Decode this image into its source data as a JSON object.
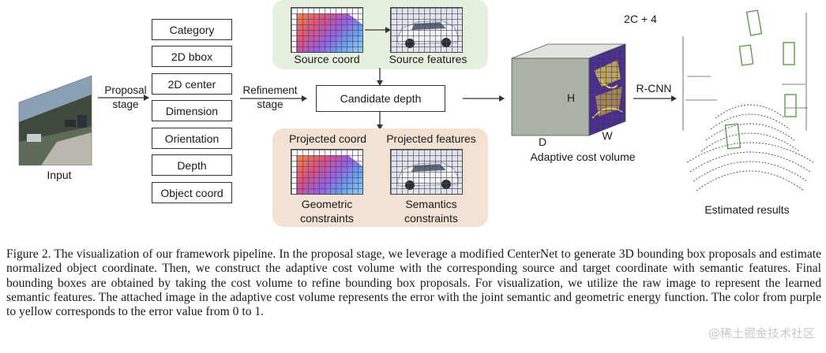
{
  "input_label": "Input",
  "proposal_stage_label": "Proposal stage",
  "proposal_outputs": [
    "Category",
    "2D bbox",
    "2D center",
    "Dimension",
    "Orientation",
    "Depth",
    "Object coord"
  ],
  "refinement_stage_label": "Refinement stage",
  "candidate_depth_label": "Candidate depth",
  "source_coord_label": "Source coord",
  "source_features_label": "Source features",
  "projected_coord_label": "Projected coord",
  "projected_features_label": "Projected features",
  "geometric_constraints_label": "Geometric constraints",
  "semantics_constraints_label": "Semantics constraints",
  "volume_top_label": "2C + 4",
  "volume_h_label": "H",
  "volume_w_label": "W",
  "volume_d_label": "D",
  "volume_caption": "Adaptive cost volume",
  "rcnn_label": "R-CNN",
  "results_label": "Estimated results",
  "figure_caption": "Figure 2. The visualization of our framework pipeline. In the proposal stage, we leverage a modified CenterNet to generate 3D bounding box proposals and estimate normalized object coordinate. Then, we construct the adaptive cost volume with the corresponding source and target coordinate with semantic features. Final bounding boxes are obtained by taking the cost volume to refine bounding box proposals. For visualization, we utilize the raw image to represent the learned semantic features. The attached image in the adaptive cost volume represents the error with the joint semantic and geometric energy function. The color from purple to yellow corresponds to the error value from 0 to 1.",
  "watermark": "@稀土掘金技术社区",
  "colors": {
    "top_panel": "#e6f0df",
    "bottom_panel": "#f3e2d4",
    "volume_front": "#a9b2a4",
    "volume_top": "#dfe3dc",
    "volume_side": "#4a2c8a",
    "arrow": "#333333"
  }
}
